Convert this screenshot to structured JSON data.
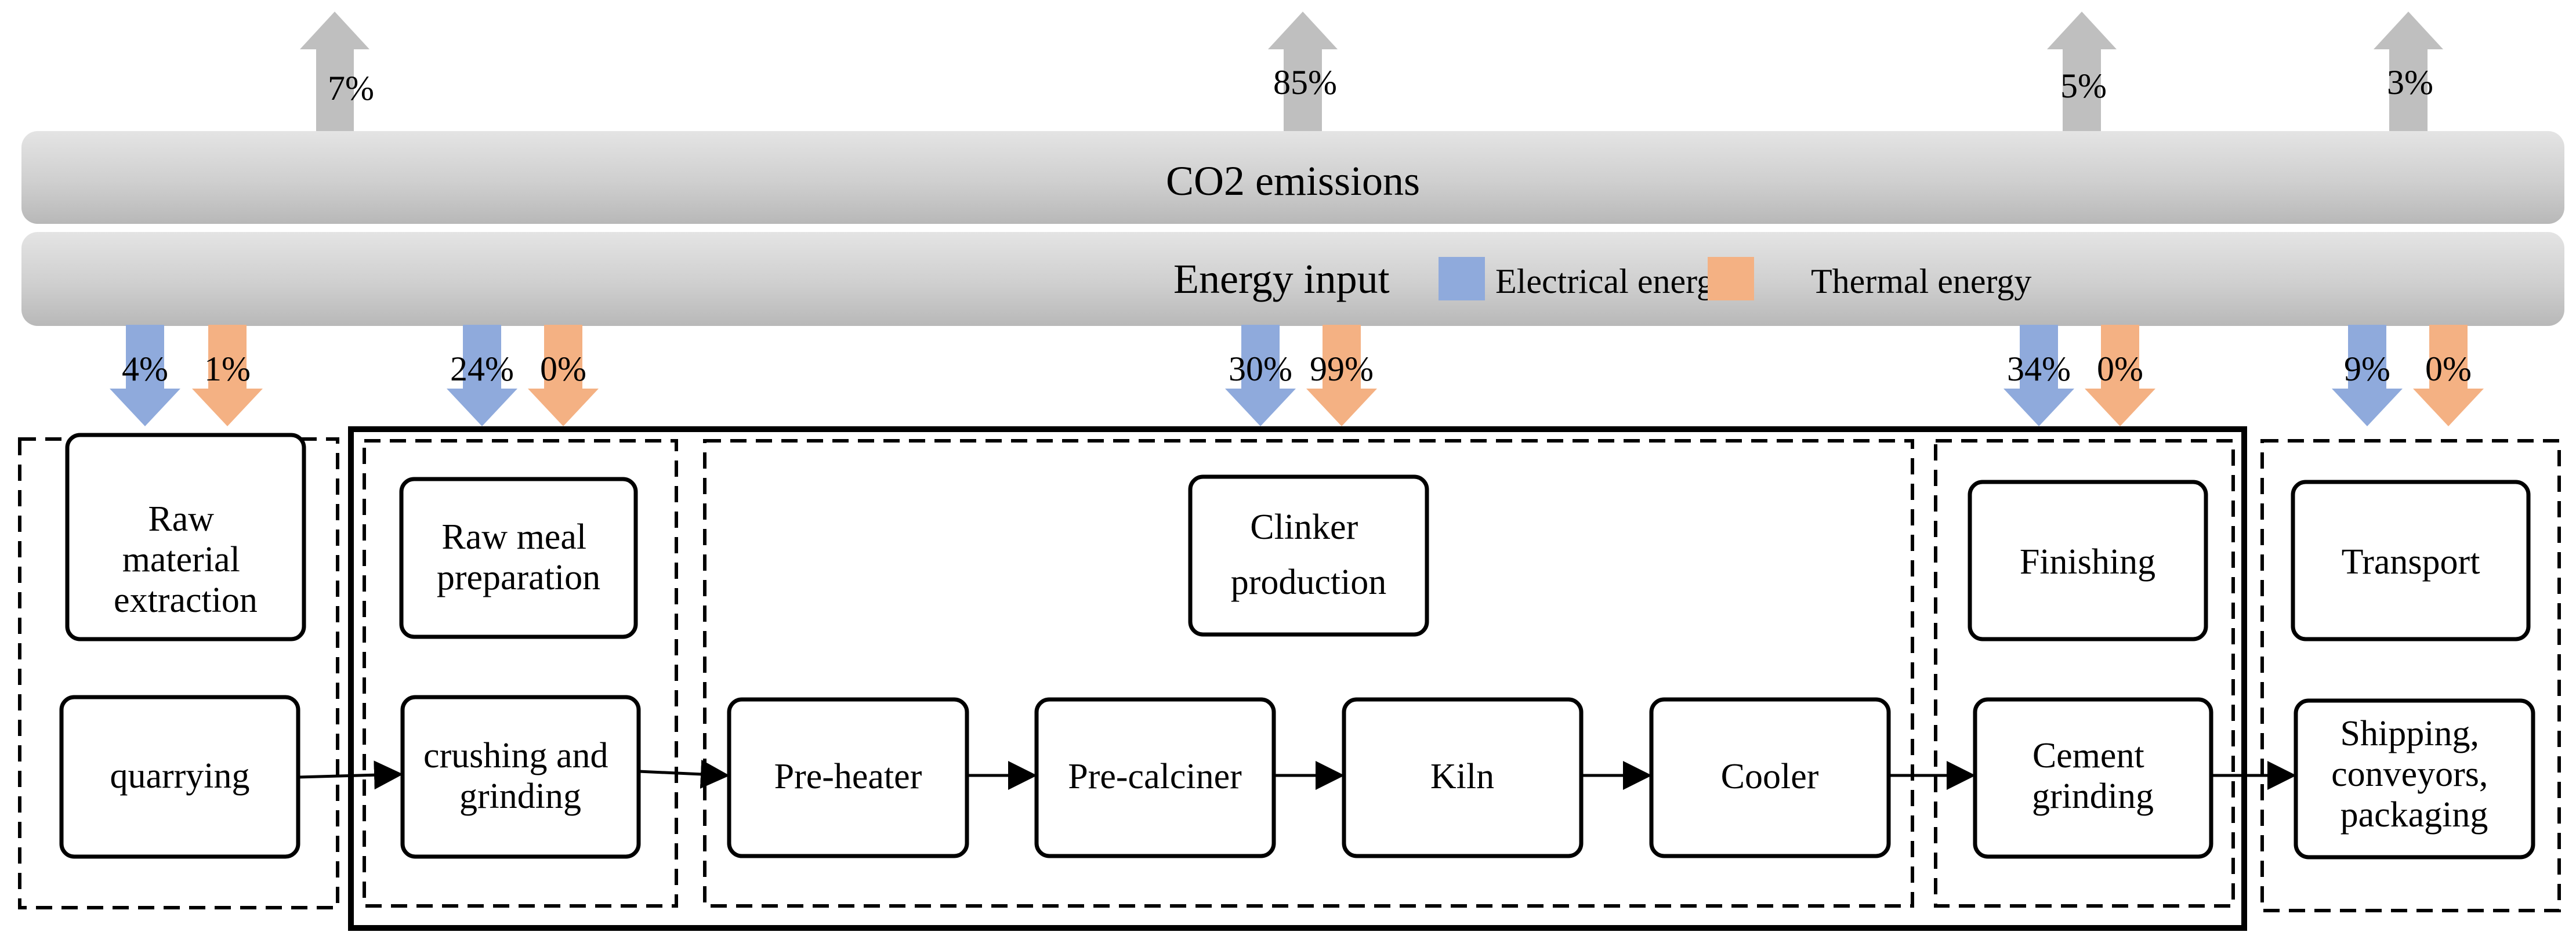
{
  "bands": {
    "emissions_label": "CO2 emissions",
    "energy_label": "Energy input"
  },
  "legend": {
    "electrical": "Electrical energy",
    "thermal": "Thermal energy"
  },
  "colors": {
    "electrical": "#8FAADC",
    "thermal": "#F4B183",
    "emission_arrow": "#BFBFBF",
    "band": "#CFCFCF"
  },
  "emissions": [
    {
      "stage": "raw_material",
      "value": "7%"
    },
    {
      "stage": "clinker",
      "value": "85%"
    },
    {
      "stage": "finishing",
      "value": "5%"
    },
    {
      "stage": "transport",
      "value": "3%"
    }
  ],
  "energy": [
    {
      "stage": "raw_material",
      "electrical": "4%",
      "thermal": "1%"
    },
    {
      "stage": "raw_meal",
      "electrical": "24%",
      "thermal": "0%"
    },
    {
      "stage": "clinker",
      "electrical": "30%",
      "thermal": "99%"
    },
    {
      "stage": "finishing",
      "electrical": "34%",
      "thermal": "0%"
    },
    {
      "stage": "transport",
      "electrical": "9%",
      "thermal": "0%"
    }
  ],
  "stages": {
    "raw_material": {
      "title_lines": [
        "Raw",
        "material",
        "extraction"
      ],
      "process_lines": [
        "quarrying"
      ]
    },
    "raw_meal": {
      "title_lines": [
        "Raw meal",
        "preparation"
      ],
      "process_lines": [
        "crushing and",
        "grinding"
      ]
    },
    "clinker": {
      "title_lines": [
        "Clinker",
        "production"
      ],
      "steps": [
        "Pre-heater",
        "Pre-calciner",
        "Kiln",
        "Cooler"
      ]
    },
    "finishing": {
      "title_lines": [
        "Finishing"
      ],
      "process_lines": [
        "Cement",
        "grinding"
      ]
    },
    "transport": {
      "title_lines": [
        "Transport"
      ],
      "process_lines": [
        "Shipping,",
        "conveyors,",
        "packaging"
      ]
    }
  }
}
